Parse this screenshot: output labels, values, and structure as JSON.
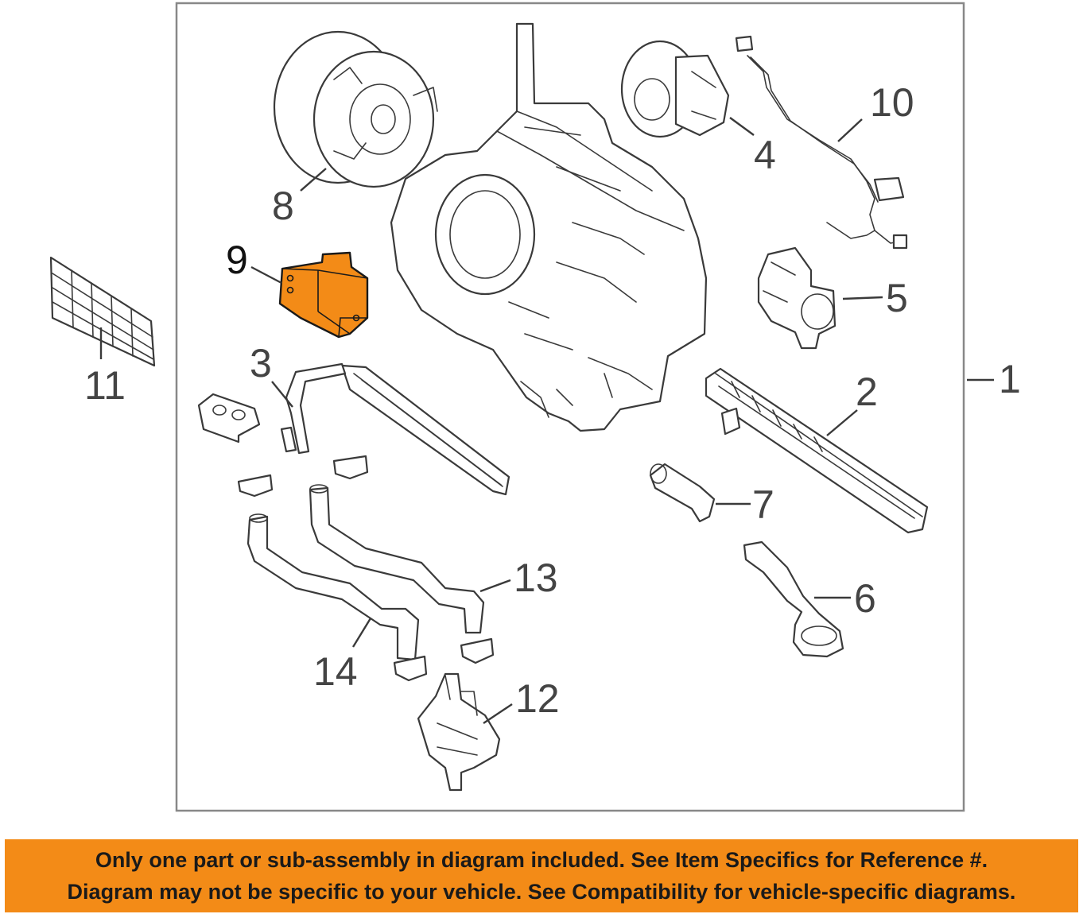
{
  "diagram": {
    "callouts": [
      "1",
      "2",
      "3",
      "4",
      "5",
      "6",
      "7",
      "8",
      "9",
      "10",
      "11",
      "12",
      "13",
      "14"
    ],
    "highlighted_part": "9",
    "colors": {
      "highlight": "#f38b17",
      "line": "#3a3a3a",
      "frame": "#888888",
      "banner": "#f38b17"
    }
  },
  "banner": {
    "line1": "Only one part or sub-assembly in diagram included. See Item Specifics for Reference #.",
    "line2": "Diagram may not be specific to your vehicle. See Compatibility for vehicle-specific diagrams."
  }
}
